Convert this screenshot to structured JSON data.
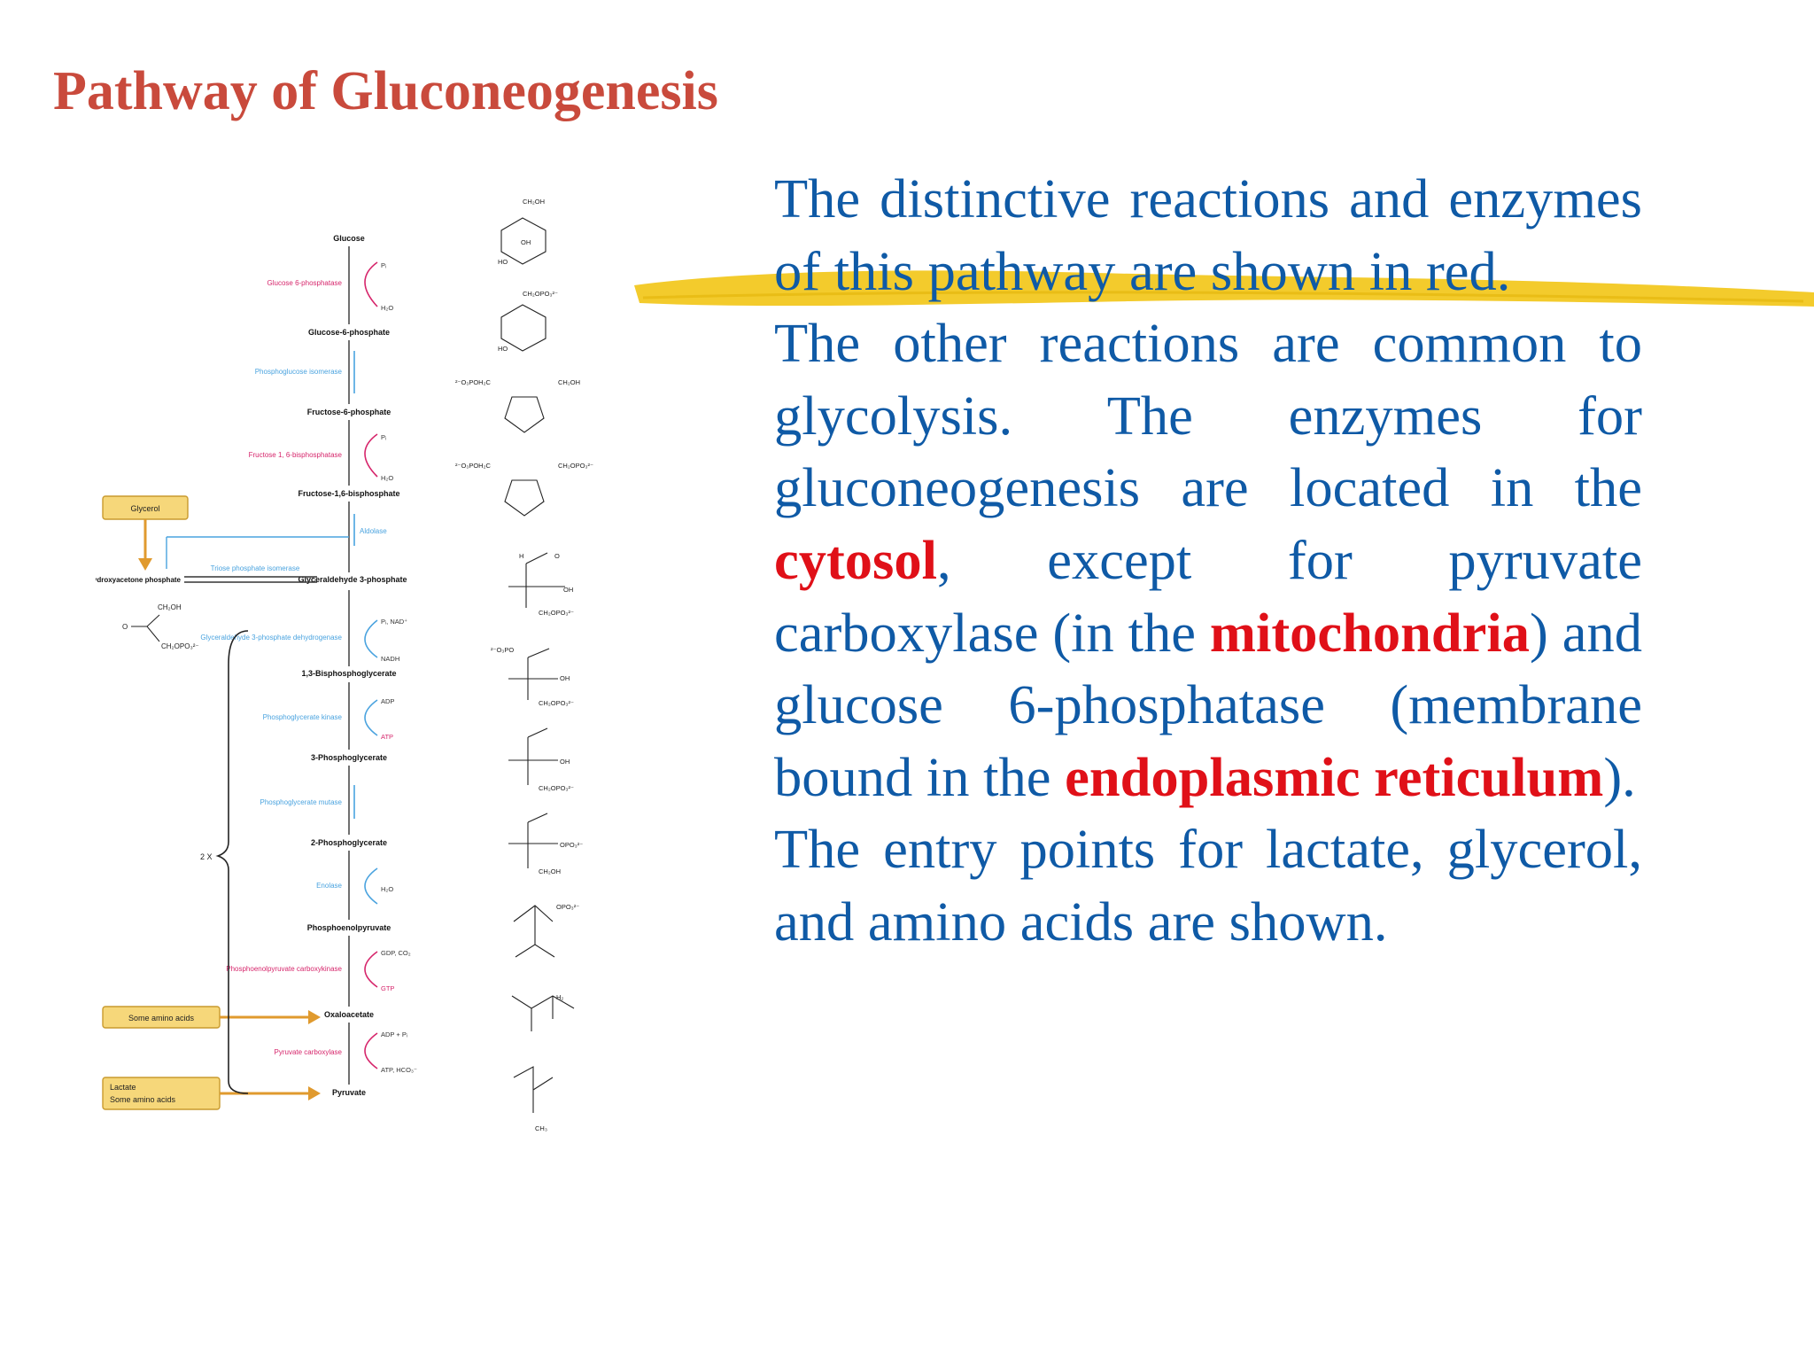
{
  "title": "Pathway of Gluconeogenesis",
  "colors": {
    "title": "#c94a3c",
    "body_text": "#0f5aa6",
    "emphasis": "#e01018",
    "highlighter": "#f1c40f",
    "pathway_enzyme": "#d6256b",
    "glycolysis_enzyme": "#4aa3df",
    "input_box": "#f6d77a"
  },
  "text": {
    "p1": "The distinctive reactions and enzymes of this pathway are shown in red.",
    "p2_part1": "The other reactions are common to glycolysis. The enzymes for gluconeogenesis are located in the",
    "cytosol": "cytosol",
    "p2_part2": ", except for pyruvate carboxylase (in the",
    "mitochondria": "mitochondria",
    "p2_part3": ") and glucose 6-phosphatase (membrane bound in the",
    "er": "endoplasmic reticulum",
    "p2_part4": ").",
    "p3": "The entry points for lactate, glycerol, and amino acids are shown."
  },
  "diagram": {
    "metabolites": {
      "glucose": "Glucose",
      "g6p": "Glucose-6-phosphate",
      "f6p": "Fructose-6-phosphate",
      "f16bp": "Fructose-1,6-bisphosphate",
      "dhap": "Dihydroxyacetone phosphate",
      "gap": "Glyceraldehyde 3-phosphate",
      "bpg13": "1,3-Bisphosphoglycerate",
      "pg3": "3-Phosphoglycerate",
      "pg2": "2-Phosphoglycerate",
      "pep": "Phosphoenolpyruvate",
      "oaa": "Oxaloacetate",
      "pyruvate": "Pyruvate"
    },
    "enzymes": {
      "g6pase": "Glucose 6-phosphatase",
      "pgi": "Phosphoglucose isomerase",
      "fbpase": "Fructose 1, 6-bisphosphatase",
      "aldolase": "Aldolase",
      "tpi": "Triose phosphate isomerase",
      "gapdh": "Glyceraldehyde 3-phosphate dehydrogenase",
      "pgk": "Phosphoglycerate kinase",
      "pgm": "Phosphoglycerate mutase",
      "enolase": "Enolase",
      "pepck": "Phosphoenolpyruvate carboxykinase",
      "pc": "Pyruvate carboxylase"
    },
    "cofactors": {
      "pi": "Pᵢ",
      "h2o": "H₂O",
      "pi_nad": "Pᵢ, NAD⁺",
      "nadh": "NADH",
      "adp": "ADP",
      "atp": "ATP",
      "gdp_co2": "GDP, CO₂",
      "gtp": "GTP",
      "adp_pi": "ADP + Pᵢ",
      "atp_hco3": "ATP, HCO₃⁻"
    },
    "inputs": {
      "glycerol": "Glycerol",
      "amino1": "Some amino acids",
      "lactate": "Lactate",
      "amino2": "Some amino acids"
    },
    "multiplier": "2 X",
    "structures": {
      "ch2oh": "CH₂OH",
      "ch2opo3": "CH₂OPO₃²⁻",
      "o3poh2c": "²⁻O₃POH₂C",
      "oh": "OH",
      "ho": "HO",
      "h": "H",
      "o": "O",
      "opo3": "OPO₃²⁻",
      "o3po": "²⁻O₃PO",
      "ch3": "CH₃",
      "h2": "H₂",
      "minus": "−"
    }
  }
}
